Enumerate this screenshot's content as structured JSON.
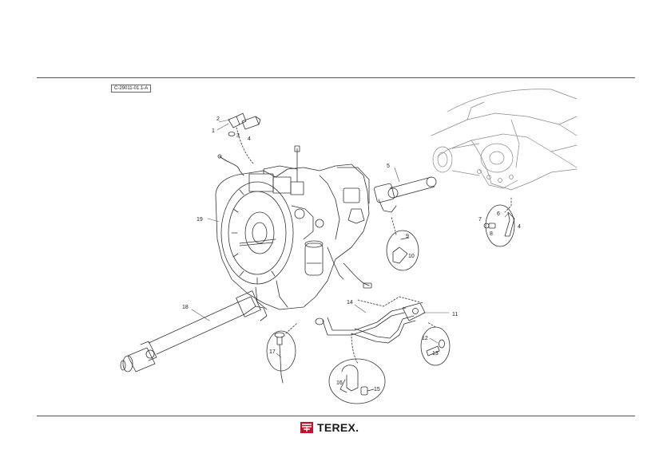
{
  "drawing": {
    "reference_code": "C-29011-01.1-A",
    "callouts": {
      "c1": "1",
      "c2": "2",
      "c3": "3",
      "c4": "4",
      "c5": "5",
      "c6": "6",
      "c7": "7",
      "c8": "8",
      "c9": "9",
      "c10": "10",
      "c11": "11",
      "c12": "12",
      "c13": "13",
      "c14": "14",
      "c15": "15",
      "c16": "16",
      "c17": "17",
      "c18": "18",
      "c19": "19",
      "c4b": "4"
    }
  },
  "brand": {
    "name": "TEREX.",
    "color": "#c8102e"
  }
}
